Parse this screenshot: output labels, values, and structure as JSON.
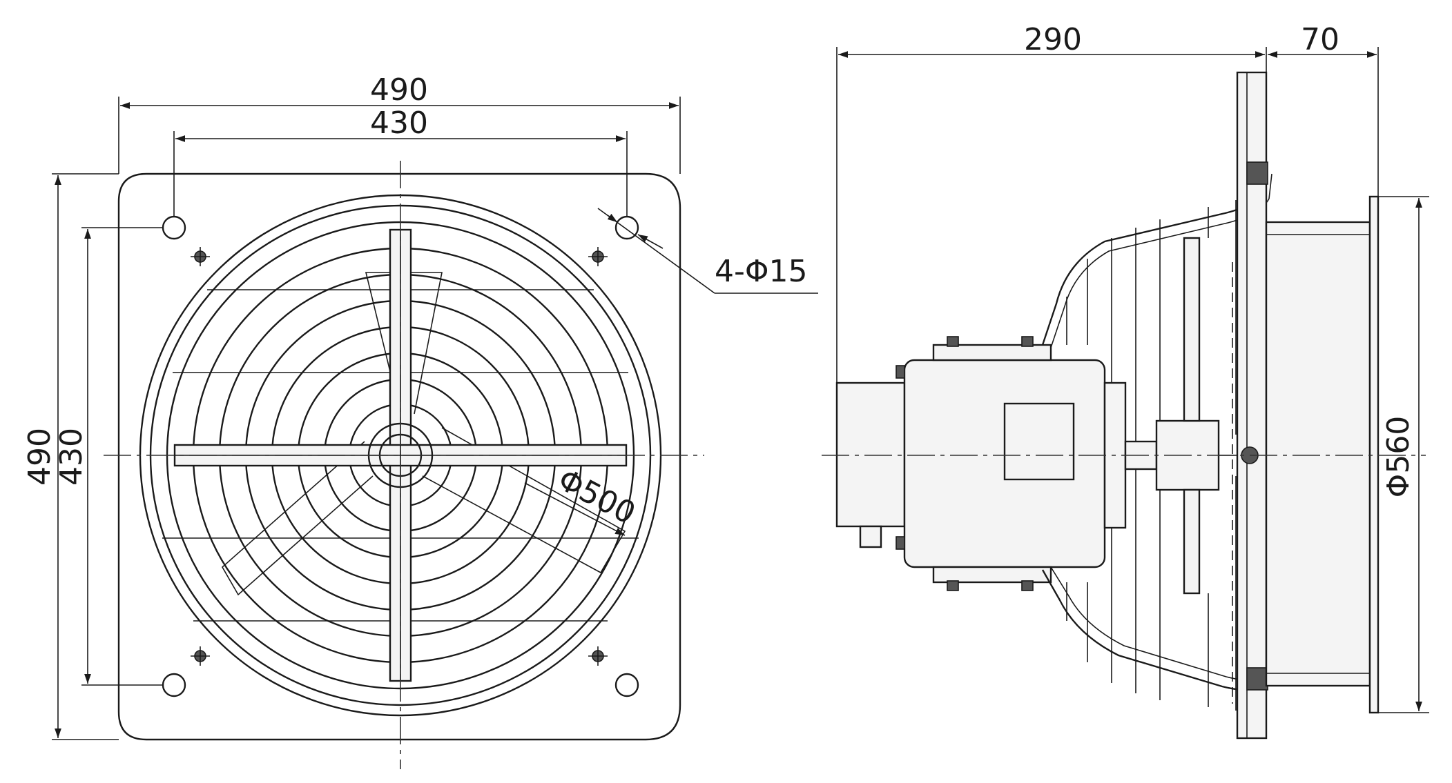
{
  "front_view": {
    "width_outer": "490",
    "width_holes": "430",
    "height_outer": "490",
    "height_holes": "430",
    "hole_spec": "4-Φ15",
    "guard_diameter": "Φ500"
  },
  "side_view": {
    "depth_body": "290",
    "depth_front": "70",
    "housing_diameter": "Φ560"
  },
  "colors": {
    "line": "#1a1a1a",
    "fill": "#f4f4f4"
  }
}
